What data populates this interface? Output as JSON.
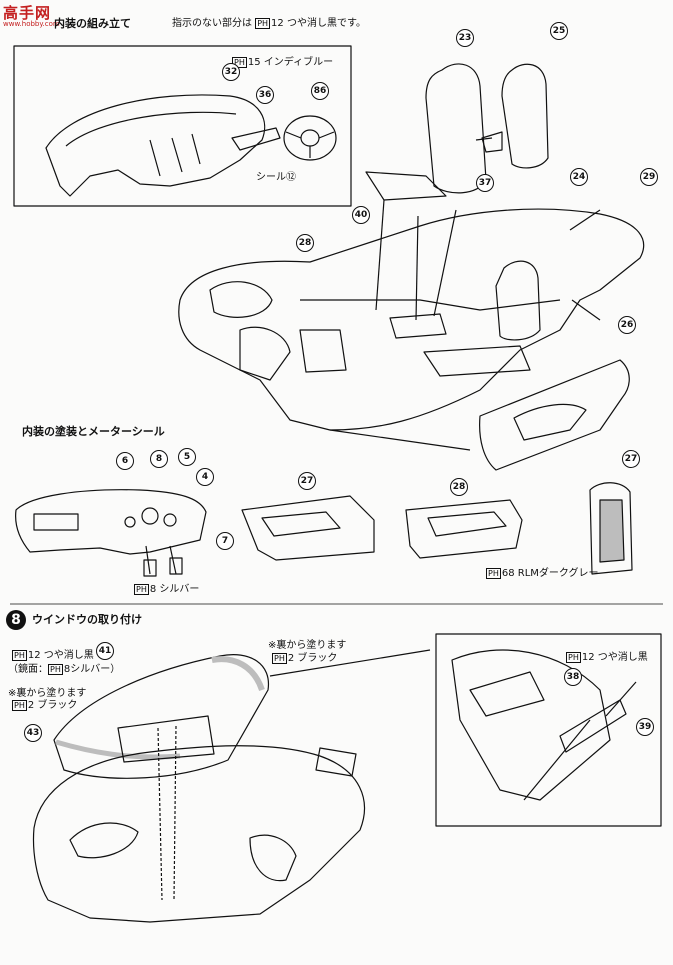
{
  "watermark": {
    "title": "高手网",
    "url": "www.hobby.com"
  },
  "section7": {
    "title": "内装の組み立て",
    "note": "指示のない部分は",
    "note_color": "12",
    "note_tail": "つや消し黒です。",
    "sub_title": "内装の塗装とメーターシール"
  },
  "section8": {
    "step": "8",
    "title": "ウインドウの取り付け"
  },
  "paint": {
    "prefix": "PH",
    "indy_blue_num": "15",
    "indy_blue": "インディブルー",
    "silver_num": "8",
    "silver": "シルバー",
    "rlm_num": "68",
    "rlm": "RLMダークグレー",
    "matte_black_num": "12",
    "matte_black": "つや消し黒",
    "mirror_label": "（鏡面：",
    "mirror_num": "8",
    "mirror_tail": "シルバー）",
    "back_paint": "※裏から塗ります",
    "black_num": "2",
    "black": "ブラック",
    "seal": "シール⑫"
  },
  "parts": {
    "p32": "32",
    "p36": "36",
    "p86": "86",
    "p23": "23",
    "p25": "25",
    "p37": "37",
    "p40": "40",
    "p24": "24",
    "p29": "29",
    "p28a": "28",
    "p26": "26",
    "p27a": "27",
    "p6": "6",
    "p8": "8",
    "p5": "5",
    "p4": "4",
    "p7": "7",
    "p27b": "27",
    "p28b": "28",
    "p41": "41",
    "p43": "43",
    "p38": "38",
    "p39": "39"
  },
  "colors": {
    "ink": "#111111",
    "paper": "#fbfbfa",
    "shade": "#bdbdbd",
    "watermark": "#c42020"
  }
}
